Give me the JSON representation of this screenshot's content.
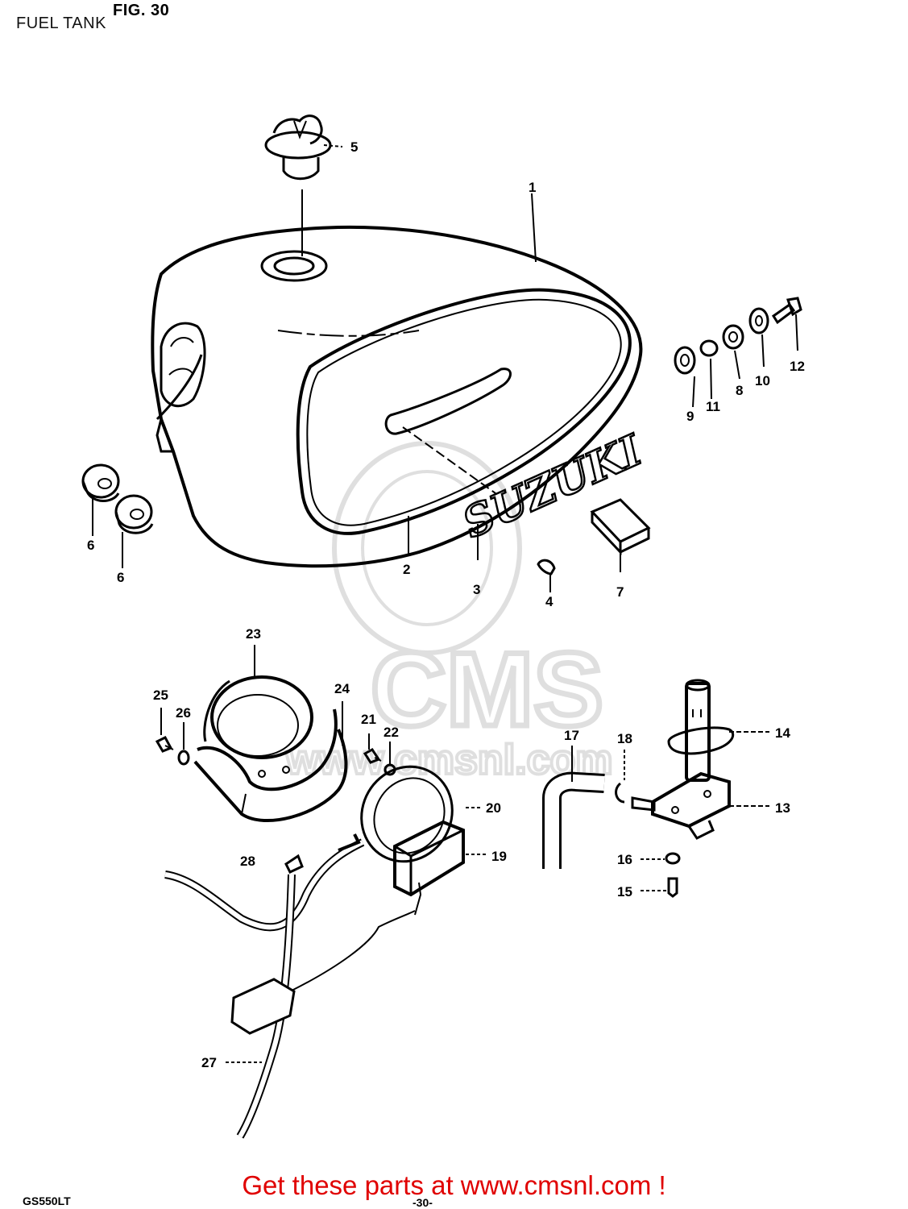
{
  "header": {
    "figure_label": "FIG. 30",
    "section_title": "FUEL TANK"
  },
  "footer": {
    "model_code": "GS550LT",
    "page_number": "-30-",
    "cta_banner": "Get these parts at www.cmsnl.com !"
  },
  "watermark": {
    "brand": "CMS",
    "url": "www.cmsnl.com"
  },
  "tank_emblem": "SUZUKI",
  "callouts": [
    "1",
    "2",
    "3",
    "4",
    "5",
    "6",
    "6",
    "7",
    "8",
    "9",
    "10",
    "11",
    "12",
    "13",
    "14",
    "15",
    "16",
    "17",
    "18",
    "19",
    "20",
    "21",
    "22",
    "23",
    "24",
    "25",
    "26",
    "27",
    "28"
  ],
  "colors": {
    "banner": "#e00000",
    "line_art": "#000000",
    "watermark": "#dcdcdc"
  }
}
